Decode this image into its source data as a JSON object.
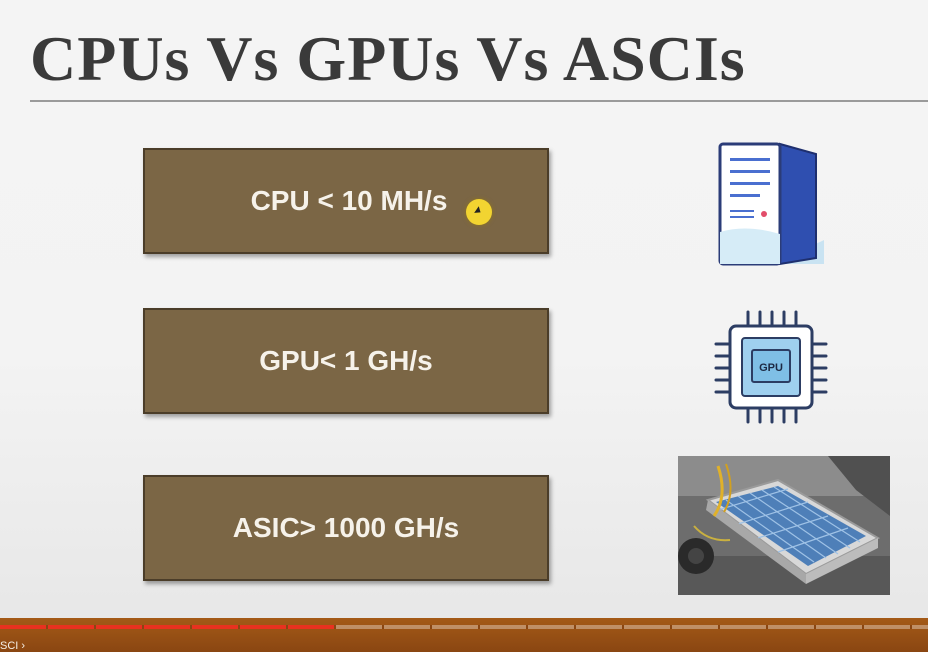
{
  "slide": {
    "title": "CPUs Vs GPUs Vs ASCIs",
    "boxes": [
      {
        "label": "CPU < 10 MH/s"
      },
      {
        "label": "GPU< 1 GH/s"
      },
      {
        "label": "ASIC> 1000 GH/s"
      }
    ],
    "gpu_chip_text": "GPU"
  },
  "player": {
    "progress_fraction": 0.36,
    "chapter_label": "SCI ›"
  },
  "colors": {
    "box_fill": "#7b6645",
    "title": "#3a3a3a",
    "progress": "#e8321f",
    "player_bar": "#a45a17"
  },
  "icons": [
    "server-tower-icon",
    "gpu-chip-icon",
    "asic-miner-photo",
    "chevron-right-icon"
  ]
}
